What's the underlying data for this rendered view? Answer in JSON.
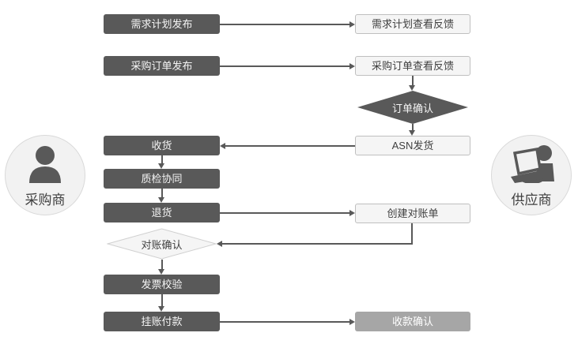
{
  "diagram": {
    "kind": "procurement-supplier-collaboration-flowchart",
    "colors": {
      "dark_node": "#595959",
      "light_node_bg": "#f5f5f5",
      "light_node_border": "#bfbfbf",
      "muted_node": "#a6a6a6",
      "connector": "#595959",
      "avatar_bg": "#f2f2f2",
      "avatar_border": "#d9d9d9",
      "dark_text": "#f5f5f5",
      "light_text": "#404040"
    },
    "actors": {
      "purchaser": {
        "label": "采购商",
        "icon": "person-icon"
      },
      "supplier": {
        "label": "供应商",
        "icon": "person-laptop-icon"
      }
    },
    "purchaser_lane": {
      "nodes": [
        {
          "label": "需求计划发布"
        },
        {
          "label": "采购订单发布"
        },
        {
          "label": "收货"
        },
        {
          "label": "质检协同"
        },
        {
          "label": "退货"
        },
        {
          "label": "发票校验"
        },
        {
          "label": "挂账付款"
        }
      ],
      "decision": {
        "label": "对账确认"
      }
    },
    "supplier_lane": {
      "nodes": [
        {
          "label": "需求计划查看反馈"
        },
        {
          "label": "采购订单查看反馈"
        },
        {
          "label": "ASN发货"
        },
        {
          "label": "创建对账单"
        },
        {
          "label": "收款确认"
        }
      ],
      "decision": {
        "label": "订单确认"
      }
    },
    "edges": [
      {
        "from": "需求计划发布",
        "to": "需求计划查看反馈"
      },
      {
        "from": "采购订单发布",
        "to": "采购订单查看反馈"
      },
      {
        "from": "采购订单查看反馈",
        "to": "订单确认"
      },
      {
        "from": "订单确认",
        "to": "ASN发货"
      },
      {
        "from": "ASN发货",
        "to": "收货"
      },
      {
        "from": "收货",
        "to": "质检协同"
      },
      {
        "from": "质检协同",
        "to": "退货"
      },
      {
        "from": "退货",
        "to": "创建对账单"
      },
      {
        "from": "创建对账单",
        "to": "对账确认"
      },
      {
        "from": "对账确认",
        "to": "发票校验"
      },
      {
        "from": "发票校验",
        "to": "挂账付款"
      },
      {
        "from": "挂账付款",
        "to": "收款确认"
      }
    ]
  }
}
